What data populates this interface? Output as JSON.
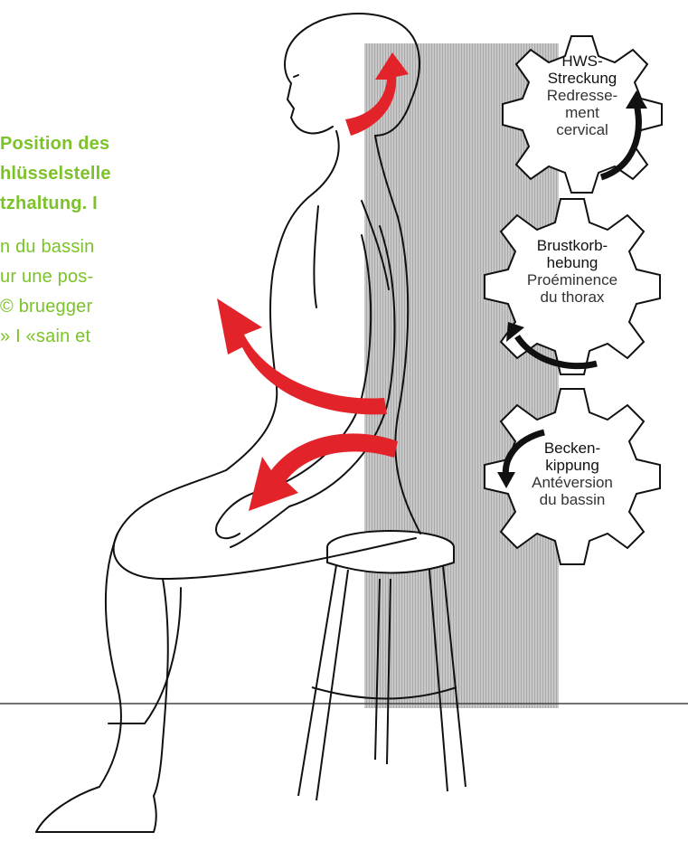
{
  "caption": {
    "lines": [
      {
        "text": "Position des",
        "bold": true
      },
      {
        "text": "hlüsselstelle",
        "bold": true
      },
      {
        "text": "tzhaltung. I",
        "bold": true
      },
      {
        "text": "n du bassin",
        "bold": false
      },
      {
        "text": "ur une pos-",
        "bold": false
      },
      {
        "text": "© bruegger",
        "bold": false
      },
      {
        "text": "» I «sain et",
        "bold": false
      }
    ],
    "color": "#7cc22a"
  },
  "gears": [
    {
      "de": "HWS-\nStreckung",
      "fr": "Redresse-\nment\ncervical"
    },
    {
      "de": "Brustkorb-\nhebung",
      "fr": "Proéminence\ndu thorax"
    },
    {
      "de": "Becken-\nkippung",
      "fr": "Antéversion\ndu bassin"
    }
  ],
  "colors": {
    "arrow_red": "#e3232a",
    "gear_arrow": "#111111",
    "wall": "#b8b8b8"
  }
}
